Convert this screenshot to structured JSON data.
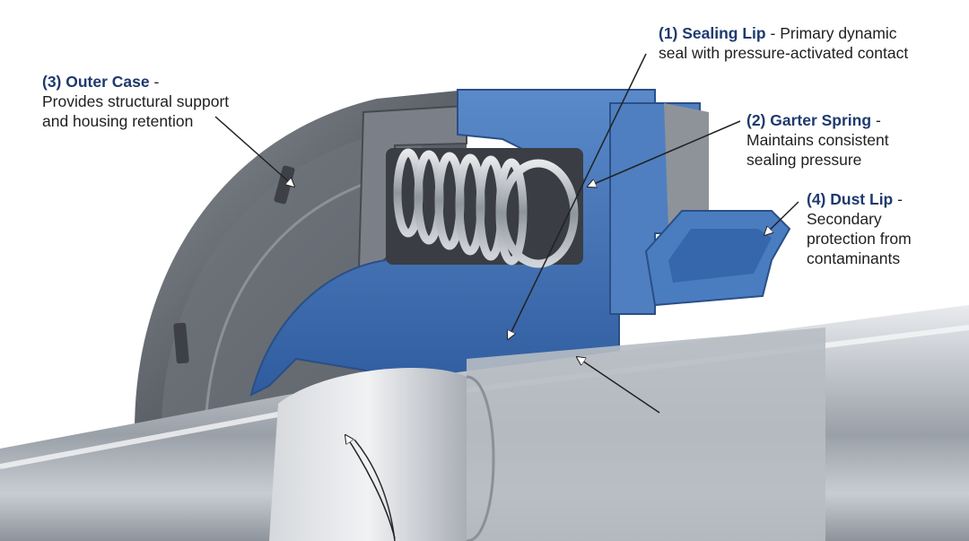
{
  "callouts": {
    "sealing_lip": {
      "title": "(1) Sealing Lip",
      "separator": "-",
      "desc_1": "Primary dynamic",
      "desc_2": "seal with pressure-activated contact"
    },
    "garter_spring": {
      "title": "(2) Garter Spring",
      "separator": "-",
      "desc_1": "Maintains consistent",
      "desc_2": "sealing pressure"
    },
    "outer_case": {
      "title": "(3) Outer Case",
      "separator": "-",
      "desc_1": "Provides structural support",
      "desc_2": "and housing retention"
    },
    "dust_lip": {
      "title": "(4) Dust Lip",
      "separator": "-",
      "desc_1": "Secondary",
      "desc_2": "protection from",
      "desc_3": "contaminants"
    }
  },
  "colors": {
    "title_text": "#1e3a6e",
    "seal_blue": "#3f6fb4",
    "steel": "#b9bec5",
    "case_dark": "#5b6068"
  }
}
